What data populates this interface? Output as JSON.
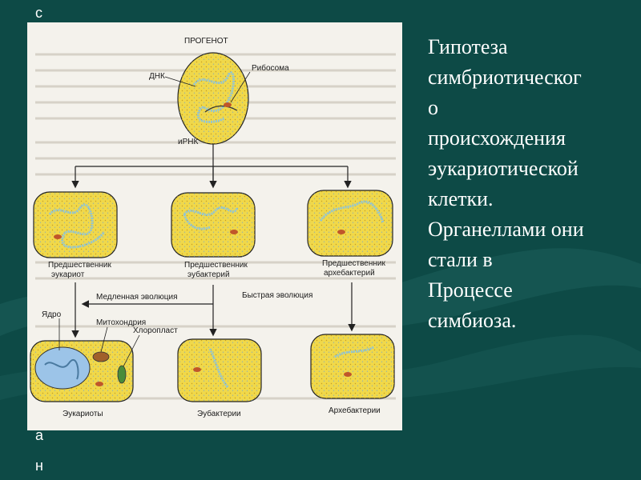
{
  "slide": {
    "caption_lines": [
      "Гипотеза",
      "симбриотическог",
      "о",
      "происхождения",
      "эукариотической",
      "клетки.",
      "Органеллами они",
      "стали в",
      "Процессе",
      "симбиоза."
    ],
    "stray_letters": [
      "с",
      "а",
      "н"
    ]
  },
  "diagram": {
    "labels": {
      "progenote": "ПРОГЕНОТ",
      "ribosome": "Рибосома",
      "dna": "ДНК",
      "mrna": "иРНК",
      "pre_eukaryote_1": "Предшественник",
      "pre_eukaryote_2": "эукариот",
      "pre_eubacteria_1": "Предшественник",
      "pre_eubacteria_2": "эубактерий",
      "pre_archaea_1": "Предшественник",
      "pre_archaea_2": "архебактерий",
      "slow_evolution": "Медленная эволюция",
      "fast_evolution": "Быстрая эволюция",
      "nucleus": "Ядро",
      "mitochondria": "Митохондрия",
      "chloroplast": "Хлоропласт",
      "eukaryotes": "Эукариоты",
      "eubacteria": "Эубактерии",
      "archaea": "Архебактерии"
    }
  },
  "colors": {
    "background": "#0d4a46",
    "cell_fill": "#f0d84a",
    "dna_strand": "#8fc4d8",
    "nucleus": "#9cc4e8"
  }
}
